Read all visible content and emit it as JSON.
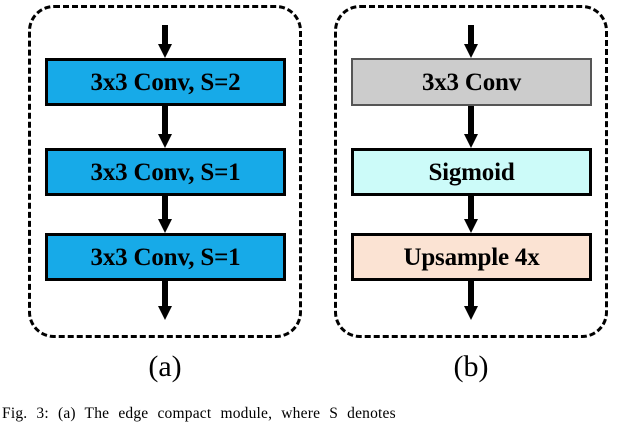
{
  "figure": {
    "caption": "Fig. 3: (a) The edge compact module, where S denotes",
    "panels": [
      {
        "id": "a",
        "sublabel": "(a)",
        "border_style": "dashed",
        "border_color": "#000000",
        "blocks": [
          {
            "label": "3x3 Conv, S=2",
            "fill": "#17AAE8",
            "stroke": "#000000"
          },
          {
            "label": "3x3 Conv, S=1",
            "fill": "#17AAE8",
            "stroke": "#000000"
          },
          {
            "label": "3x3 Conv, S=1",
            "fill": "#17AAE8",
            "stroke": "#000000"
          }
        ],
        "arrows": [
          {
            "name": "input-arrow"
          },
          {
            "name": "arrow-block1-to-block2"
          },
          {
            "name": "arrow-block2-to-block3"
          },
          {
            "name": "output-arrow"
          }
        ]
      },
      {
        "id": "b",
        "sublabel": "(b)",
        "border_style": "dashed",
        "border_color": "#000000",
        "blocks": [
          {
            "label": "3x3 Conv",
            "fill": "#CCCCCC",
            "stroke": "#555555"
          },
          {
            "label": "Sigmoid",
            "fill": "#CCFBF9",
            "stroke": "#000000"
          },
          {
            "label": "Upsample 4x",
            "fill": "#FBE3D3",
            "stroke": "#000000"
          }
        ],
        "arrows": [
          {
            "name": "input-arrow"
          },
          {
            "name": "arrow-block1-to-block2"
          },
          {
            "name": "arrow-block2-to-block3"
          },
          {
            "name": "output-arrow"
          }
        ]
      }
    ]
  }
}
